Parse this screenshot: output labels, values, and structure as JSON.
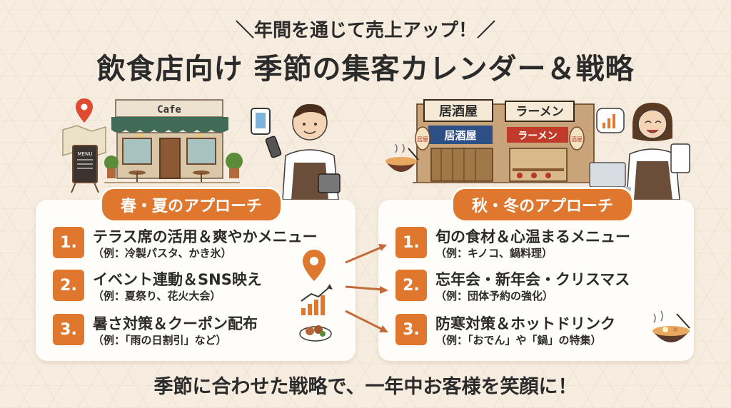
{
  "header": {
    "subtitle": "＼年間を通じて売上アップ！／",
    "title": "飲食店向け 季節の集客カレンダー＆戦略"
  },
  "illustrations": {
    "cafe_sign": "Cafe",
    "izakaya_sign": "居酒屋",
    "ramen_sign": "ラーメン",
    "izakaya_noren": "居酒屋",
    "ramen_noren": "ラーメン",
    "lantern_left": "居屋",
    "lantern_right": "酒屋",
    "menu_board": "MENU"
  },
  "spring_summer": {
    "tab_label": "春・夏のアプローチ",
    "items": [
      {
        "num": "1.",
        "title": "テラス席の活用＆爽やかメニュー",
        "example": "（例：冷製パスタ、かき氷）"
      },
      {
        "num": "2.",
        "title": "イベント連動＆SNS映え",
        "example": "（例：夏祭り、花火大会）"
      },
      {
        "num": "3.",
        "title": "暑さ対策＆クーポン配布",
        "example": "（例：「雨の日割引」など）"
      }
    ]
  },
  "autumn_winter": {
    "tab_label": "秋・冬のアプローチ",
    "items": [
      {
        "num": "1.",
        "title": "旬の食材＆心温まるメニュー",
        "example": "（例：キノコ、鍋料理）"
      },
      {
        "num": "2.",
        "title": "忘年会・新年会・クリスマス",
        "example": "（例：団体予約の強化）"
      },
      {
        "num": "3.",
        "title": "防寒対策＆ホットドリンク",
        "example": "（例：「おでん」や「鍋」の特集）"
      }
    ]
  },
  "footer": {
    "text": "季節に合わせた戦略で、一年中お客様を笑顔に！"
  },
  "icons": [
    "map-pin-icon",
    "growth-chart-icon",
    "food-plate-icon",
    "ramen-bowl-icon",
    "smartphone-icon",
    "arrow-icon"
  ],
  "colors": {
    "accent": "#e0772f",
    "background": "#f6ecdf",
    "panel": "#fffdf9",
    "text": "#2b2b2b"
  }
}
